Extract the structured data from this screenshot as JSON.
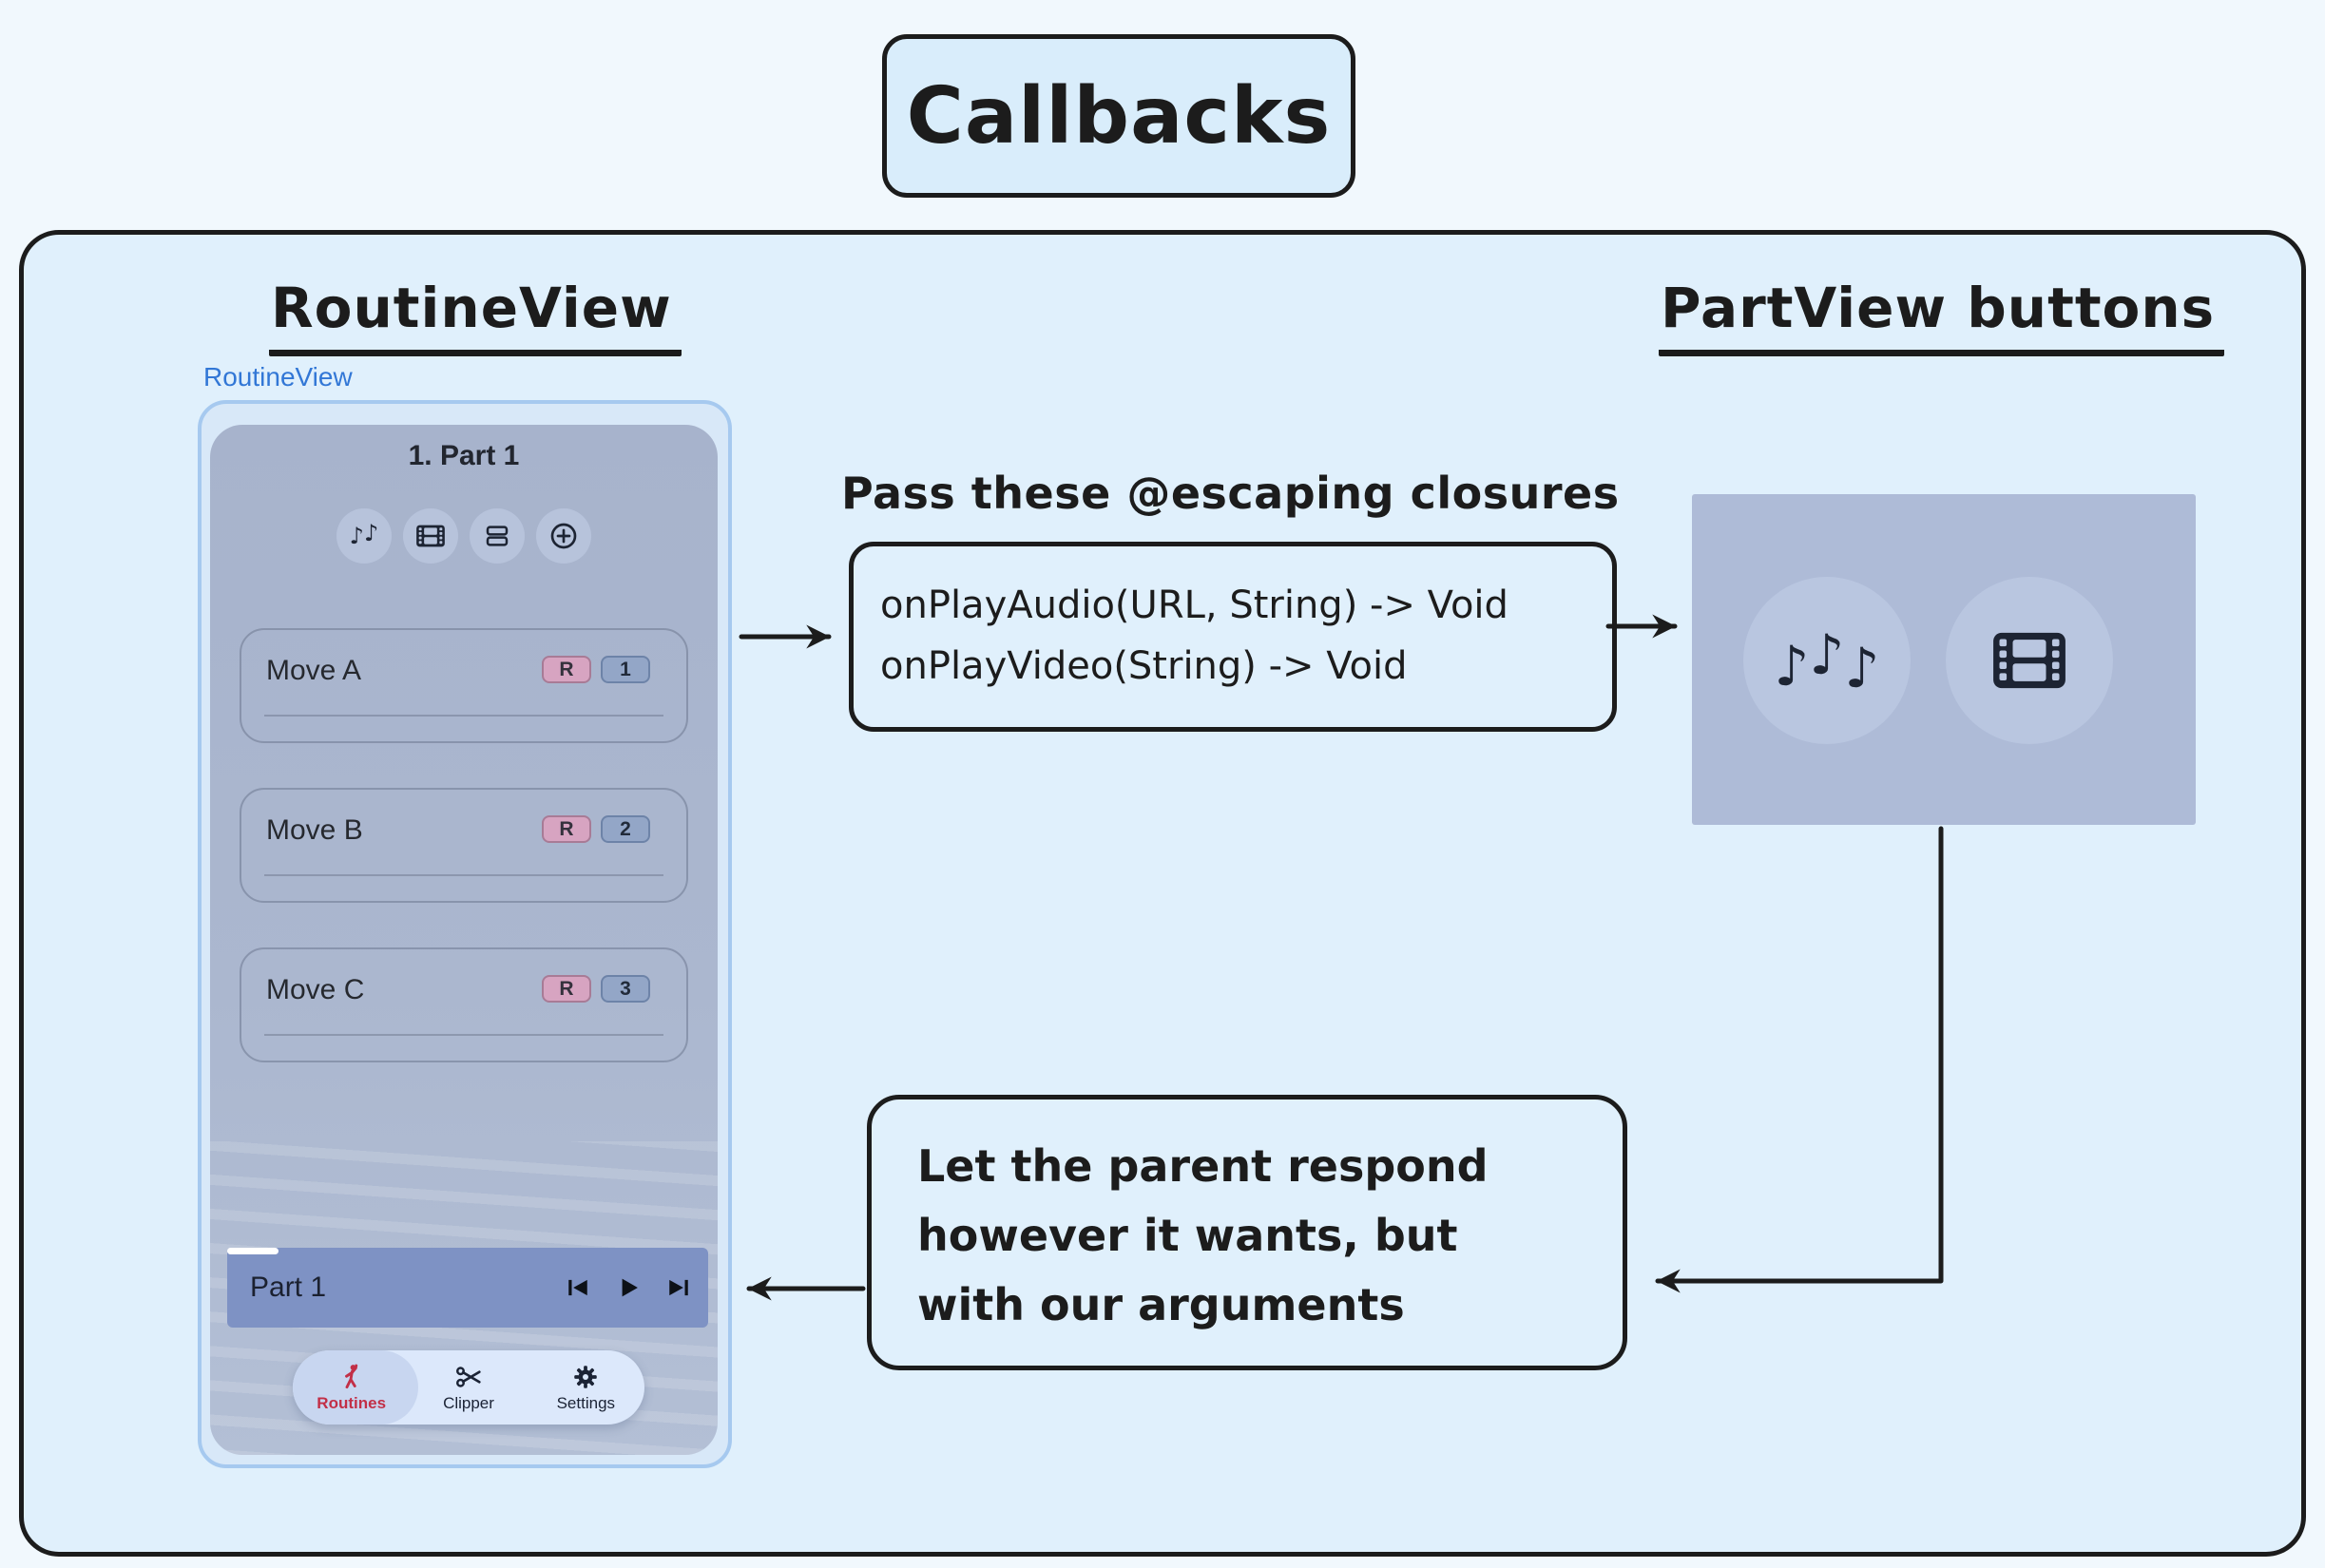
{
  "title": "Callbacks",
  "sections": {
    "left_heading": "RoutineView",
    "right_heading": "PartView buttons"
  },
  "app": {
    "view_label": "RoutineView",
    "part_title": "1. Part 1",
    "toolbar_icons": [
      "music-notes",
      "film",
      "rows",
      "add"
    ],
    "moves": [
      {
        "name": "Move A",
        "badge_r": "R",
        "badge_num": "1"
      },
      {
        "name": "Move B",
        "badge_r": "R",
        "badge_num": "2"
      },
      {
        "name": "Move C",
        "badge_r": "R",
        "badge_num": "3"
      }
    ],
    "player": {
      "title": "Part 1",
      "controls": [
        "previous",
        "play",
        "next"
      ]
    },
    "tabs": [
      {
        "label": "Routines",
        "icon": "dancer",
        "active": true
      },
      {
        "label": "Clipper",
        "icon": "scissors",
        "active": false
      },
      {
        "label": "Settings",
        "icon": "gear",
        "active": false
      }
    ]
  },
  "callouts": {
    "closures_caption": "Pass these @escaping closures",
    "closures": [
      "onPlayAudio(URL, String) -> Void",
      "onPlayVideo(String) -> Void"
    ],
    "note_lines": [
      "Let the parent respond",
      "however it wants, but",
      "with our arguments"
    ]
  },
  "partview": {
    "buttons": [
      "play-audio",
      "play-video"
    ]
  },
  "colors": {
    "stroke": "#1c1c1c",
    "link_blue": "#3277d6",
    "routines_red": "#c22f47",
    "player_bar": "#7e92c4",
    "badge_pink": "#d7a4c1",
    "badge_blue": "#93a6c7",
    "frame_fill": "#e0f0fc"
  }
}
